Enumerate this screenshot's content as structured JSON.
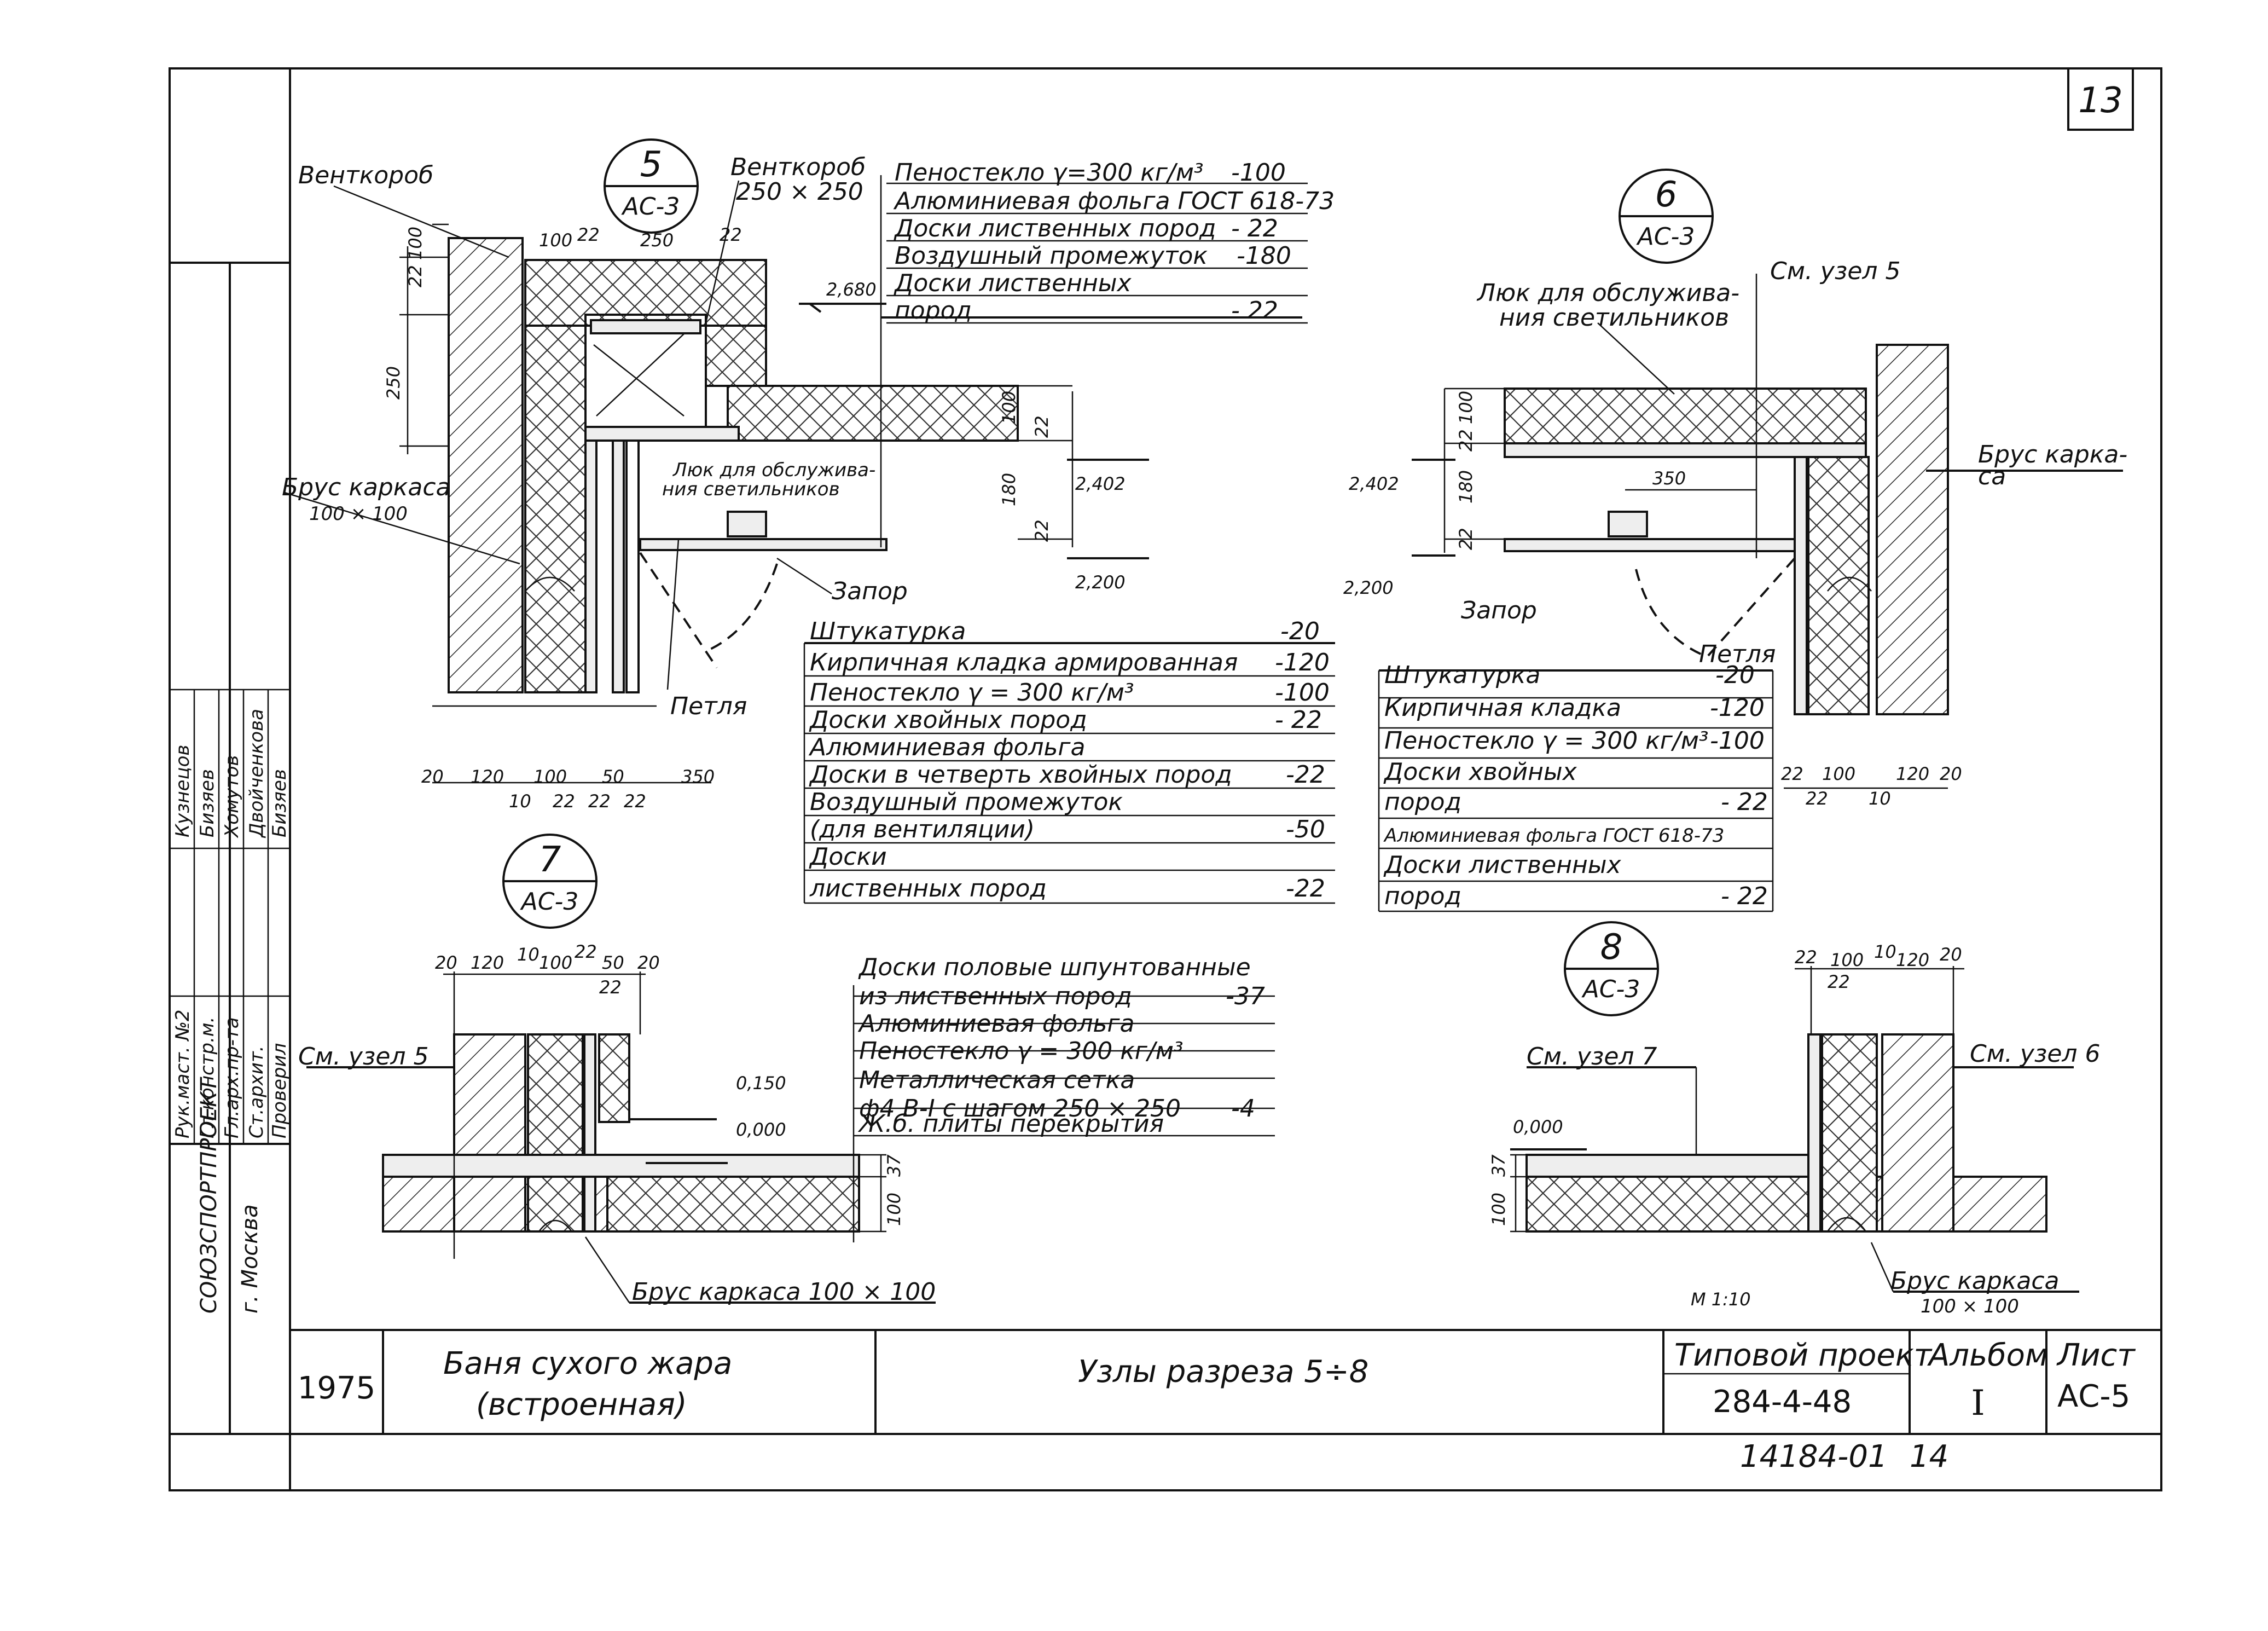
{
  "sheet": {
    "number": "13",
    "year": "1975",
    "title_line1": "Баня сухого жара",
    "title_line2": "(встроенная)",
    "subject": "Узлы разреза 5÷8",
    "project_label": "Типовой проект",
    "project_number": "284-4-48",
    "album_label": "Альбом",
    "album_value": "I",
    "sheet_label": "Лист",
    "sheet_value": "АС-5",
    "archive_code": "14184-01",
    "archive_sheet": "14",
    "organization": "СОЮЗСПОРТПРОЕКТ",
    "city": "г. Москва",
    "scale": "М 1:10"
  },
  "stamp": {
    "roles": [
      "Рук.маст. №2",
      "Гл.констр.м.",
      "Гл.арх.пр-та",
      "Ст.архит.",
      "Проверил"
    ],
    "names": [
      "Кузнецов",
      "Бизяев",
      "Хомутов",
      "Двойченкова",
      "Бизяев"
    ]
  },
  "node5": {
    "number": "5",
    "ref": "АС-3",
    "labels": {
      "ventkorob": "Венткороб",
      "ventkorob2": "Венткороб",
      "ventkorob_size": "250 × 250",
      "brus": "Брус каркаса",
      "brus_size": "100 × 100",
      "hatch": "Люк для обслужива-",
      "hatch2": "ния светильников",
      "lock": "Запор",
      "hinge": "Петля"
    },
    "levels": [
      "2,680",
      "2,402",
      "2,200"
    ],
    "dims_top": [
      "100",
      "22",
      "250",
      "22"
    ],
    "dims_left": [
      "22",
      "100",
      "250"
    ],
    "dims_right": [
      "100",
      "22",
      "180",
      "22"
    ],
    "dims_bottom": [
      "20",
      "120",
      "100",
      "50",
      "350",
      "10",
      "22",
      "22",
      "22"
    ],
    "ceiling_layers": [
      {
        "text": "Пеностекло γ=300 кг/м³",
        "value": "-100"
      },
      {
        "text": "Алюминиевая фольга ГОСТ 618-73",
        "value": ""
      },
      {
        "text": "Доски лиственных пород",
        "value": "- 22"
      },
      {
        "text": "Воздушный промежуток",
        "value": "-180"
      },
      {
        "text": "Доски лиственных",
        "value": ""
      },
      {
        "text": "пород",
        "value": "- 22"
      }
    ],
    "wall_layers": [
      {
        "text": "Штукатурка",
        "value": "-20"
      },
      {
        "text": "Кирпичная кладка армированная",
        "value": "-120"
      },
      {
        "text": "Пеностекло γ = 300 кг/м³",
        "value": "-100"
      },
      {
        "text": "Доски хвойных пород",
        "value": "- 22"
      },
      {
        "text": "Алюминиевая фольга",
        "value": ""
      },
      {
        "text": "Доски в четверть хвойных пород",
        "value": "-22"
      },
      {
        "text": "Воздушный промежуток",
        "value": ""
      },
      {
        "text": "(для вентиляции)",
        "value": "-50"
      },
      {
        "text": "Доски",
        "value": ""
      },
      {
        "text": "лиственных пород",
        "value": "-22"
      }
    ]
  },
  "node6": {
    "number": "6",
    "ref": "АС-3",
    "labels": {
      "hatch": "Люк для обслужива-",
      "hatch2": "ния светильников",
      "see": "См. узел 5",
      "brus": "Брус карка-",
      "brus2": "са",
      "lock": "Запор",
      "hinge": "Петля"
    },
    "levels": [
      "2,402",
      "2,200"
    ],
    "dims_left": [
      "100",
      "22",
      "180",
      "22"
    ],
    "dim_350": "350",
    "dims_bottom": [
      "22",
      "100",
      "120",
      "20",
      "22",
      "10"
    ],
    "wall_layers": [
      {
        "text": "Штукатурка",
        "value": "-20"
      },
      {
        "text": "Кирпичная кладка",
        "value": "-120"
      },
      {
        "text": "Пеностекло γ = 300 кг/м³",
        "value": "-100"
      },
      {
        "text": "Доски хвойных",
        "value": ""
      },
      {
        "text": "пород",
        "value": "- 22"
      },
      {
        "text": "Алюминиевая фольга ГОСТ 618-73",
        "value": ""
      },
      {
        "text": "Доски лиственных",
        "value": ""
      },
      {
        "text": "пород",
        "value": "- 22"
      }
    ]
  },
  "node7": {
    "number": "7",
    "ref": "АС-3",
    "labels": {
      "see": "См. узел 5",
      "brus": "Брус каркаса 100 × 100"
    },
    "levels": [
      "0,150",
      "0,000"
    ],
    "dims_top": [
      "20",
      "120",
      "10",
      "100",
      "22",
      "50",
      "20",
      "22"
    ],
    "dims_right": [
      "37",
      "100"
    ],
    "floor_layers": [
      {
        "text": "Доски половые шпунтованные",
        "value": ""
      },
      {
        "text": "из лиственных пород",
        "value": "-37"
      },
      {
        "text": "Алюминиевая фольга",
        "value": ""
      },
      {
        "text": "Пеностекло γ = 300 кг/м³",
        "value": ""
      },
      {
        "text": "Металлическая сетка",
        "value": ""
      },
      {
        "text": "ф4 В-I с шагом 250 × 250",
        "value": "-4"
      },
      {
        "text": "Ж.б. плиты перекрытия",
        "value": ""
      }
    ]
  },
  "node8": {
    "number": "8",
    "ref": "АС-3",
    "labels": {
      "see7": "См. узел 7",
      "see6": "См. узел 6",
      "brus": "Брус каркаса",
      "brus_size": "100 × 100"
    },
    "levels": [
      "0,000"
    ],
    "dims_top": [
      "22",
      "100",
      "10",
      "120",
      "20",
      "22"
    ],
    "dims_left": [
      "37",
      "100"
    ]
  }
}
